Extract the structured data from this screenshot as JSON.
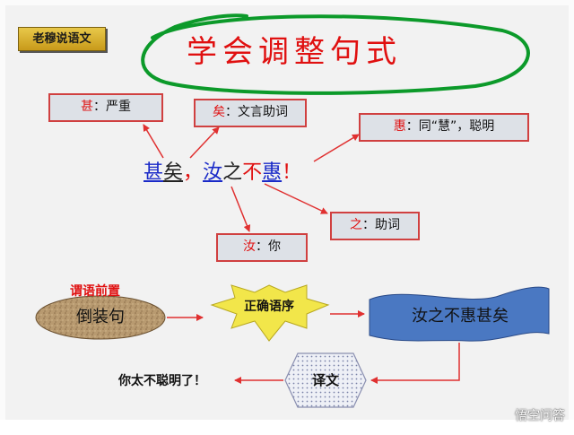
{
  "header": {
    "badge": "老穆说语文",
    "title": "学会调整句式"
  },
  "sentence": {
    "parts": [
      "甚",
      "矣",
      "，",
      "汝",
      "之",
      "不",
      "惠",
      "！"
    ]
  },
  "annotations": [
    {
      "char": "甚",
      "sep": "：",
      "meaning": "严重"
    },
    {
      "char": "矣",
      "sep": "：",
      "meaning": "文言助词"
    },
    {
      "char": "惠",
      "sep": "：",
      "meaning": "同“慧”，聪明"
    },
    {
      "char": "之",
      "sep": "：",
      "meaning": "助词"
    },
    {
      "char": "汝",
      "sep": "：",
      "meaning": "你"
    }
  ],
  "flow": {
    "predicate_front_label": "谓语前置",
    "inverted_label": "倒装句",
    "correct_order_label": "正确语序",
    "reordered_sentence": "汝之不惠甚矣",
    "translation_label": "译文",
    "result": "你太不聪明了！"
  },
  "watermark": "悟空问答",
  "colors": {
    "accent_red": "#e01010",
    "underline_blue": "#1a2ac8",
    "box_fill": "#dde1e7",
    "star_yellow": "#f2e64a",
    "banner_blue": "#4a78c2",
    "circle_green": "#0c9a2a"
  }
}
